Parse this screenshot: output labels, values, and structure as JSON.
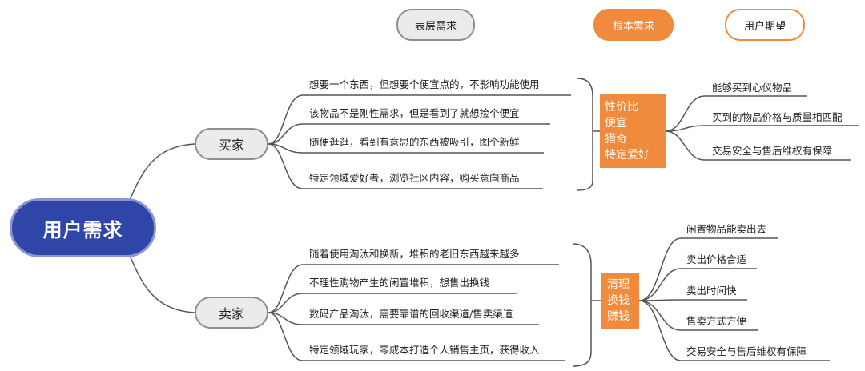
{
  "header": {
    "surface_needs": "表层需求",
    "root_needs": "根本需求",
    "user_expectation": "用户期望"
  },
  "central": {
    "label": "用户需求"
  },
  "buyer": {
    "label": "买家",
    "surface_items": [
      "想要一个东西，但想要个便宜点的，不影响功能使用",
      "该物品不是刚性需求，但是看到了就想捡个便宜",
      "随便逛逛，看到有意思的东西被吸引，图个新鲜",
      "特定领域爱好者，浏览社区内容，购买意向商品"
    ],
    "root_needs": [
      "性价比",
      "便宜",
      "猎奇",
      "特定爱好"
    ],
    "expectations": [
      "能够买到心仪物品",
      "买到的物品价格与质量相匹配",
      "交易安全与售后维权有保障"
    ]
  },
  "seller": {
    "label": "卖家",
    "surface_items": [
      "随着使用淘汰和换新，堆积的老旧东西越来越多",
      "不理性购物产生的闲置堆积，想售出换钱",
      "数码产品淘汰，需要靠谱的回收渠道/售卖渠道",
      "特定领域玩家，零成本打造个人销售主页，获得收入"
    ],
    "root_needs": [
      "清理",
      "换钱",
      "赚钱"
    ],
    "expectations": [
      "闲置物品能卖出去",
      "卖出价格合适",
      "卖出时间快",
      "售卖方式方便",
      "交易安全与售后维权有保障"
    ]
  },
  "colors": {
    "central_fill": "#2f45a7",
    "accent_orange": "#f08a3c",
    "branch_fill": "#ebebeb",
    "line": "#555555"
  }
}
